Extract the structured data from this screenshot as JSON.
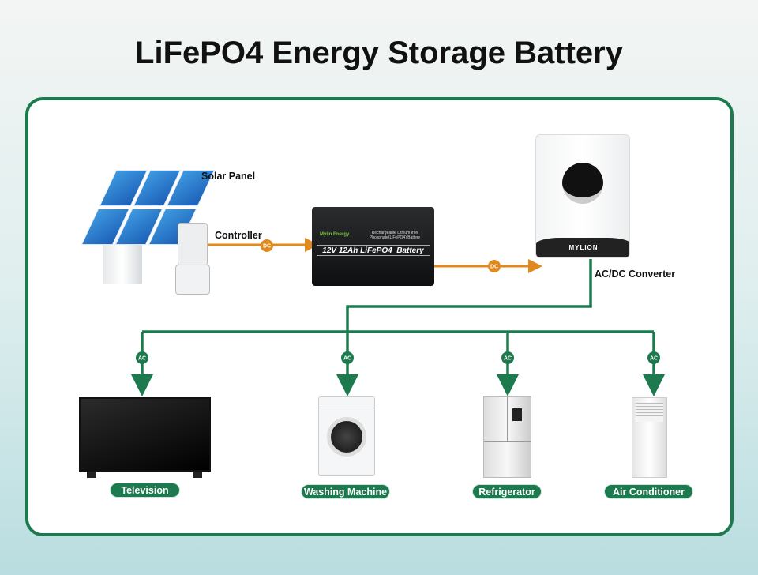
{
  "title": "LiFePO4 Energy Storage Battery",
  "labels": {
    "solar_panel": "Solar Panel",
    "controller": "Controller",
    "converter": "AC/DC Converter"
  },
  "badges": {
    "dc": "DC",
    "ac": "AC"
  },
  "battery": {
    "brand": "Mylin Energy",
    "subtitle": "Rechargeable Lithium Iron Phosphate(LiFePO4) Battery",
    "model": "12V 12Ah LiFePO4  Battery"
  },
  "converter": {
    "brand": "MYLION"
  },
  "appliances": [
    {
      "label": "Television"
    },
    {
      "label": "Washing Machine"
    },
    {
      "label": "Refrigerator"
    },
    {
      "label": "Air Conditioner"
    }
  ],
  "colors": {
    "ac_line": "#1d7a4e",
    "dc_line": "#e08a1e",
    "frame": "#1d7a4e"
  }
}
